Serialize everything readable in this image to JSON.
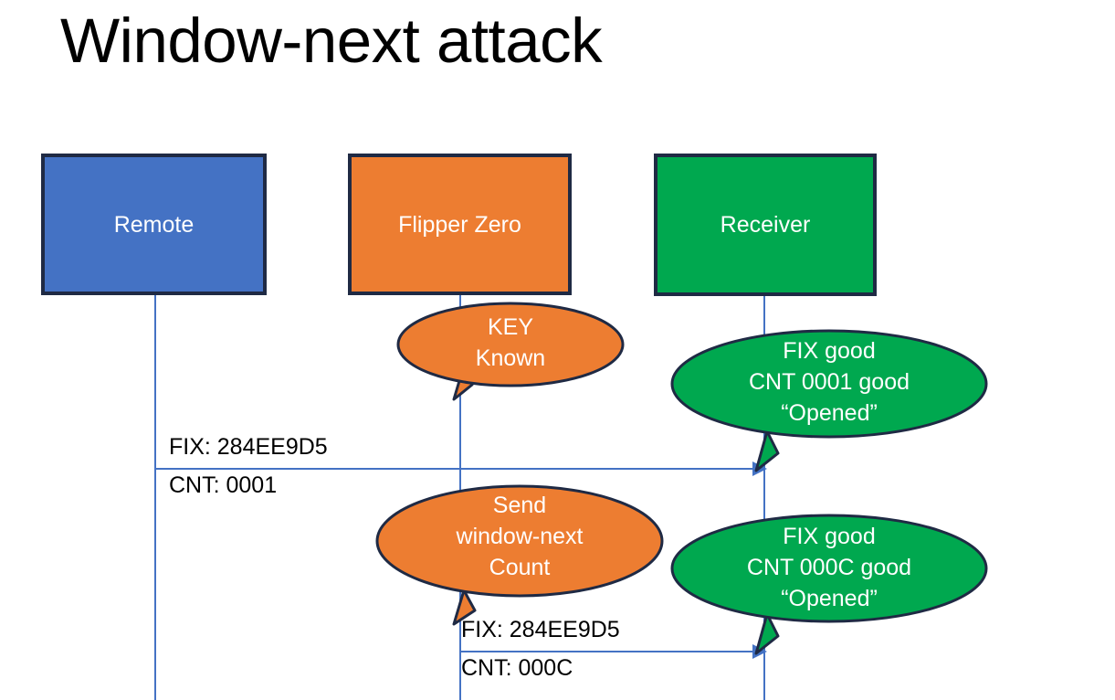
{
  "slide": {
    "title": "Window-next attack"
  },
  "colors": {
    "remote_fill": "#4472C4",
    "flipper_fill": "#ED7D31",
    "receiver_fill": "#00A84F",
    "border": "#1F2A44",
    "lifeline": "#4472C4",
    "arrow": "#4472C4",
    "text_light": "#FFFFFF",
    "text_dark": "#000000",
    "background": "#FFFFFF"
  },
  "actors": [
    {
      "id": "remote",
      "label": "Remote"
    },
    {
      "id": "flipper",
      "label": "Flipper Zero"
    },
    {
      "id": "receiver",
      "label": "Receiver"
    }
  ],
  "callouts": [
    {
      "id": "key-known",
      "owner": "flipper",
      "lines": [
        "KEY",
        "Known"
      ]
    },
    {
      "id": "receiver-ok-0001",
      "owner": "receiver",
      "lines": [
        "FIX good",
        "CNT 0001 good",
        "“Opened”"
      ]
    },
    {
      "id": "send-window-next",
      "owner": "flipper",
      "lines": [
        "Send",
        "window-next",
        "Count"
      ]
    },
    {
      "id": "receiver-ok-000C",
      "owner": "receiver",
      "lines": [
        "FIX good",
        "CNT 000C good",
        "“Opened”"
      ]
    }
  ],
  "messages": [
    {
      "id": "msg-remote-to-receiver",
      "from": "remote",
      "to": "receiver",
      "fix_line": "FIX: 284EE9D5",
      "cnt_line": "CNT: 0001"
    },
    {
      "id": "msg-flipper-to-receiver",
      "from": "flipper",
      "to": "receiver",
      "fix_line": "FIX: 284EE9D5",
      "cnt_line": "CNT: 000C"
    }
  ]
}
